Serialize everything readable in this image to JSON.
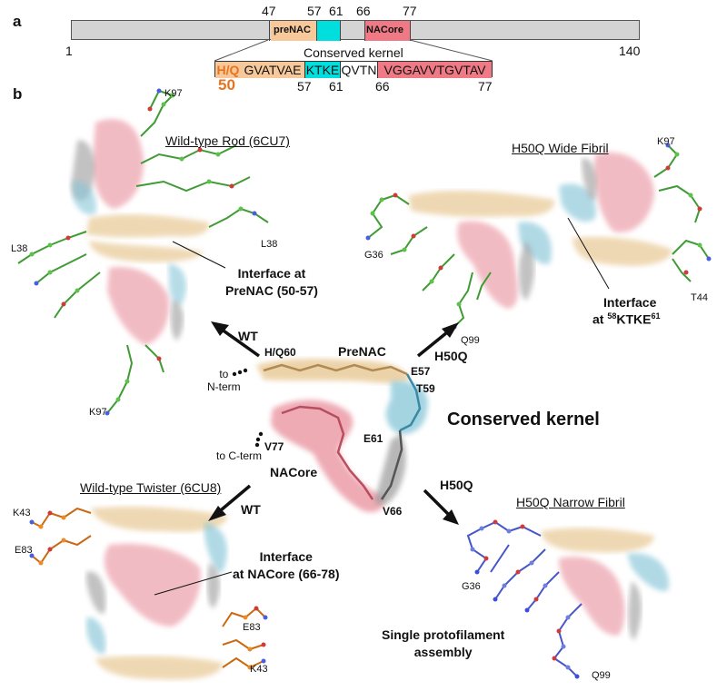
{
  "panel_a": {
    "letter": "a",
    "bar_start": "1",
    "bar_end": "140",
    "marks": {
      "m47": "47",
      "m57": "57",
      "m61": "61",
      "m66": "66",
      "m77": "77"
    },
    "prenac_label": "preNAC",
    "nacore_label": "NACore",
    "kernel_title": "Conserved kernel",
    "kernel_segments": {
      "hq": "H/Q",
      "gvatvae": "GVATVAE",
      "ktke": "KTKE",
      "qvtn": "QVTN",
      "vggavvtgvtav": "VGGAVVTGVTAV"
    },
    "kernel_marks": {
      "k50": "50",
      "k57": "57",
      "k61": "61",
      "k66": "66",
      "k77": "77"
    }
  },
  "panel_b": {
    "letter": "b",
    "center": {
      "title": "Conserved kernel",
      "labels": {
        "hq60": "H/Q60",
        "prenac": "PreNAC",
        "e57": "E57",
        "t59": "T59",
        "e61": "E61",
        "v77": "V77",
        "nacore": "NACore",
        "v66": "V66",
        "to_nterm": "to\nN-term",
        "to_cterm": "to C-term"
      }
    },
    "arrows": {
      "wt_top": "WT",
      "h50q_top": "H50Q",
      "wt_bottom": "WT",
      "h50q_bottom": "H50Q"
    },
    "top_left": {
      "title": "Wild-type Rod (6CU7)",
      "interface": "Interface at\nPreNAC (50-57)",
      "residues": {
        "k97_top": "K97",
        "l38_left": "L38",
        "l38_right": "L38",
        "k97_bottom": "K97"
      }
    },
    "top_right": {
      "title": "H50Q Wide Fibril",
      "interface_line1": "Interface",
      "interface_line2_prefix": "at ",
      "interface_sup": "58",
      "interface_main": "KTKE",
      "interface_sup2": "61",
      "residues": {
        "k97": "K97",
        "g36": "G36",
        "t44": "T44",
        "q99": "Q99"
      }
    },
    "bottom_left": {
      "title": "Wild-type Twister (6CU8)",
      "interface": "Interface\nat NACore (66-78)",
      "residues": {
        "k43_top": "K43",
        "e83_left": "E83",
        "e83_right": "E83",
        "k43_bottom": "K43"
      }
    },
    "bottom_right": {
      "title": "H50Q Narrow Fibril",
      "note": "Single protofilament\nassembly",
      "residues": {
        "g36": "G36",
        "q99": "Q99"
      }
    }
  },
  "colors": {
    "bar_gray": "#d4d4d4",
    "prenac": "#f6c89a",
    "ktke": "#00dede",
    "nacore": "#ef7a86",
    "hq_orange": "#e8731e",
    "tan_mol": "#e6c48c",
    "blue_mol": "#87c6d8",
    "pink_mol": "#e98f9c",
    "gray_mol": "#9a9a9a",
    "green_sc": "#5cc24a",
    "orange_sc": "#ec8a25",
    "violet_sc": "#6e7fe0"
  }
}
